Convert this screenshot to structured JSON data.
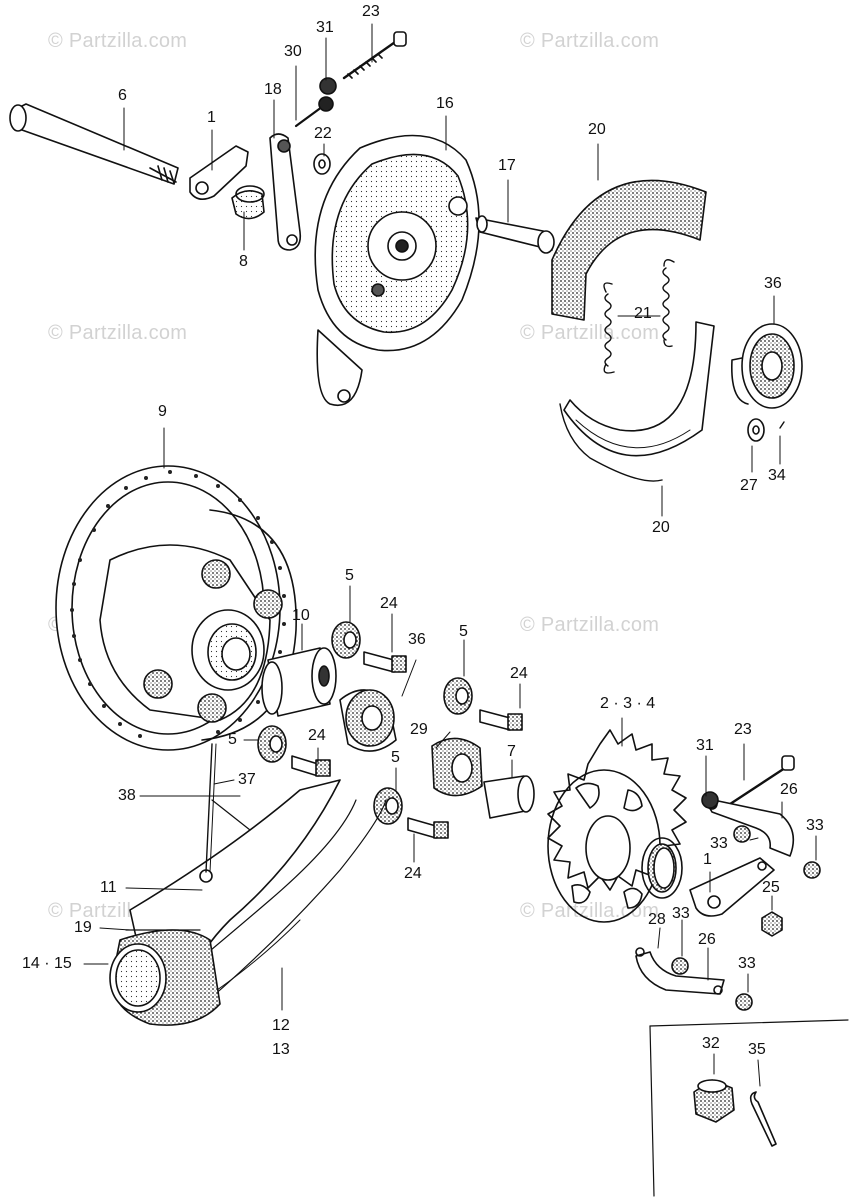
{
  "watermark": "© Partzilla.com",
  "callouts": {
    "c1a": "1",
    "c1b": "1",
    "c234": "2 · 3 · 4",
    "c5a": "5",
    "c5b": "5",
    "c5c": "5",
    "c5d": "5",
    "c6": "6",
    "c7": "7",
    "c8": "8",
    "c9": "9",
    "c10": "10",
    "c11": "11",
    "c1213": "12\n13",
    "c1415": "14 · 15",
    "c16": "16",
    "c17": "17",
    "c18": "18",
    "c19": "19",
    "c20a": "20",
    "c20b": "20",
    "c21": "21",
    "c22": "22",
    "c23a": "23",
    "c23b": "23",
    "c24a": "24",
    "c24b": "24",
    "c24c": "24",
    "c24d": "24",
    "c25": "25",
    "c26a": "26",
    "c26b": "26",
    "c27": "27",
    "c28": "28",
    "c29": "29",
    "c30": "30",
    "c31a": "31",
    "c31b": "31",
    "c32": "32",
    "c33a": "33",
    "c33b": "33",
    "c33c": "33",
    "c33d": "33",
    "c34": "34",
    "c35": "35",
    "c36a": "36",
    "c36b": "36",
    "c37": "37",
    "c38": "38"
  }
}
